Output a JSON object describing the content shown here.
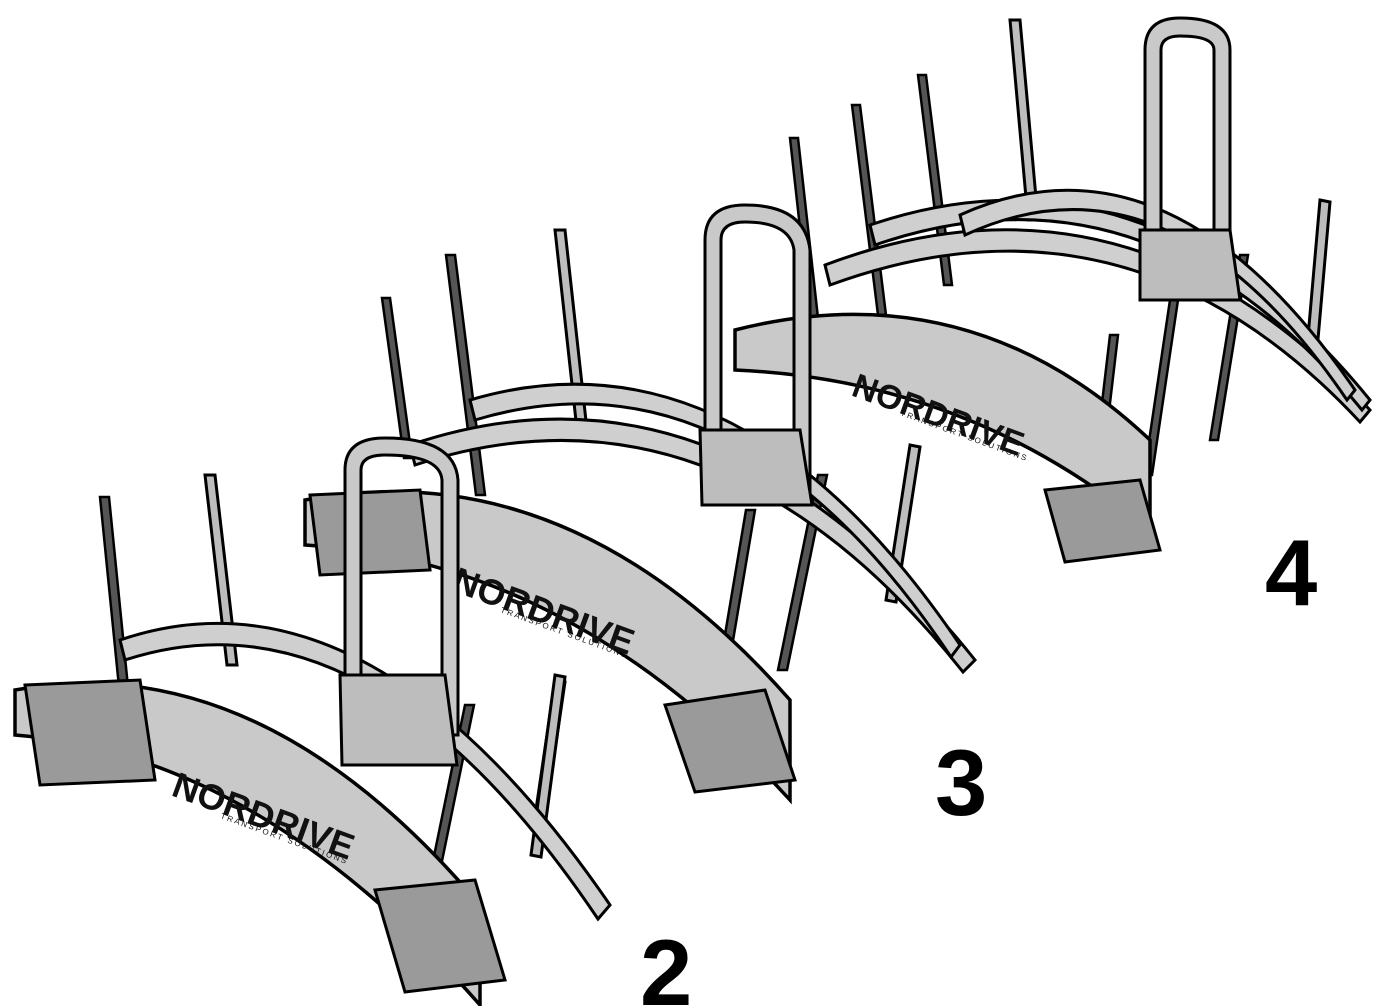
{
  "carriers": [
    {
      "count_label": "2",
      "brand": "NORDRIVE",
      "tagline": "TRANSPORT SOLUTIONS",
      "rails": 2
    },
    {
      "count_label": "3",
      "brand": "NORDRIVE",
      "tagline": "TRANSPORT SOLUTIONS",
      "rails": 3
    },
    {
      "count_label": "4",
      "brand": "NORDRIVE",
      "tagline": "TRANSPORT SOLUTIONS",
      "rails": 4
    }
  ],
  "colors": {
    "frame_fill": "#c9c9c9",
    "frame_dark": "#9a9a9a",
    "outline": "#000000",
    "background": "#ffffff"
  }
}
